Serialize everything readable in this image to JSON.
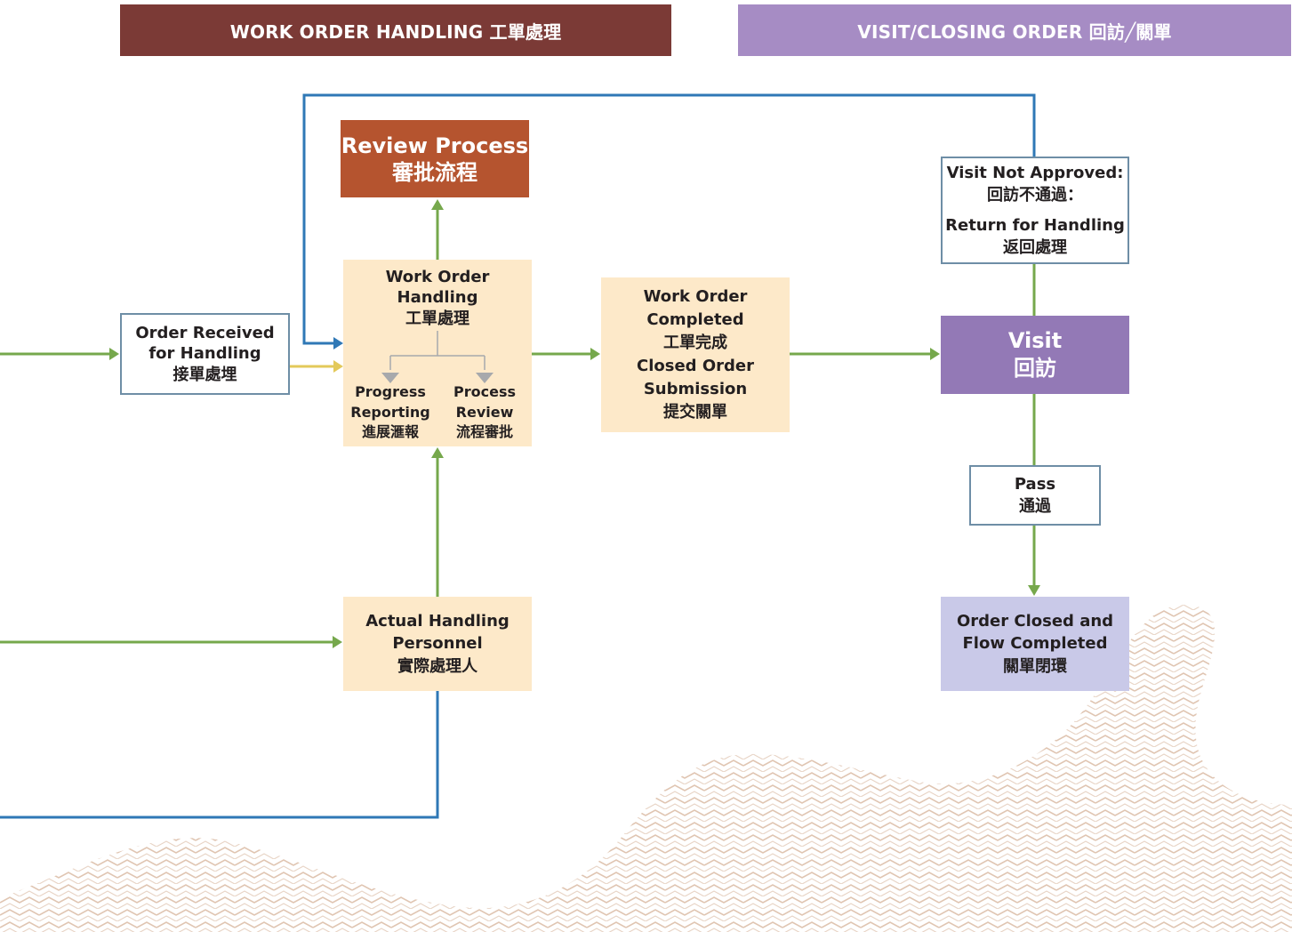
{
  "banners": {
    "left": "WORK ORDER HANDLING 工單處理",
    "right": "VISIT/CLOSING ORDER 回訪╱關單"
  },
  "colors": {
    "banner_left": "#7b3a36",
    "banner_right": "#a68cc4",
    "review_box": "#b5542f",
    "visit_box": "#9379b6",
    "closed_box": "#c9c9e8",
    "peach_box": "#fde9c9",
    "green_arrow": "#76a84c",
    "blue_arrow": "#2f78b6",
    "yellow_arrow": "#e3c95a",
    "gray_arrow": "#a7a9ac",
    "box_border": "#6e8ea6",
    "wave_stripes": "#d9b9a4"
  },
  "nodes": {
    "order_received": {
      "line1": "Order Received",
      "line2": "for Handling",
      "line3": "接單處埋"
    },
    "review_process": {
      "line1": "Review Process",
      "line2": "審批流程"
    },
    "work_order_handling": {
      "line1": "Work Order",
      "line2": "Handling",
      "line3": "工單處理"
    },
    "progress_reporting": {
      "line1": "Progress",
      "line2": "Reporting",
      "line3": "進展滙報"
    },
    "process_review": {
      "line1": "Process",
      "line2": "Review",
      "line3": "流程審批"
    },
    "work_order_completed": {
      "line1": "Work Order",
      "line2": "Completed",
      "line3": "工單完成",
      "line4": "Closed Order",
      "line5": "Submission",
      "line6": "提交關單"
    },
    "actual_handling": {
      "line1": "Actual Handling",
      "line2": "Personnel",
      "line3": "實際處理人"
    },
    "visit_not_approved": {
      "line1": "Visit Not Approved:",
      "line2": "回訪不通過：",
      "line3": "Return for Handling",
      "line4": "返回處理"
    },
    "visit": {
      "line1": "Visit",
      "line2": "回訪"
    },
    "pass": {
      "line1": "Pass",
      "line2": "通過"
    },
    "order_closed": {
      "line1": "Order Closed and",
      "line2": "Flow Completed",
      "line3": "關單閉環"
    }
  }
}
